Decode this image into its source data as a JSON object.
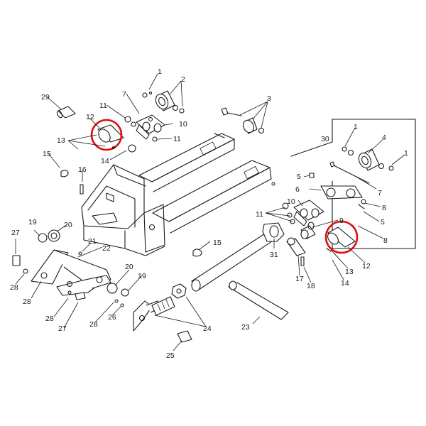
{
  "highlight_color": "#e01010",
  "line_color": "#1a1a1a",
  "labels": {
    "p1a": "1",
    "p2": "2",
    "p7a": "7",
    "p3": "3",
    "p29": "29",
    "p12a": "12",
    "p11a": "11",
    "p10a": "10",
    "p11b": "11",
    "p13a": "13",
    "p14a": "14",
    "p15a": "15",
    "p16": "16",
    "p30": "30",
    "p1b": "1",
    "p4": "4",
    "p1c": "1",
    "p5a": "5",
    "p7b": "7",
    "p6": "6",
    "p8a": "8",
    "p5b": "5",
    "p10b": "10",
    "p11c": "11",
    "p9": "9",
    "p8b": "8",
    "p27a": "27",
    "p19a": "19",
    "p20a": "20",
    "p21": "21",
    "p22": "22",
    "p28a": "28",
    "p15b": "15",
    "p31": "31",
    "p12b": "12",
    "p13b": "13",
    "p14b": "14",
    "p17": "17",
    "p18": "18",
    "p20b": "20",
    "p19b": "19",
    "p28b": "28",
    "p28c": "28",
    "p26": "26",
    "p27b": "27",
    "p24": "24",
    "p23": "23",
    "p25": "25"
  }
}
